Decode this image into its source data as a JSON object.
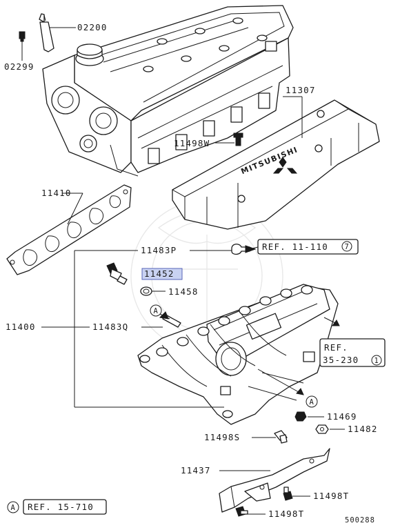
{
  "parts": {
    "p02200": "02200",
    "p02299": "02299",
    "p11307": "11307",
    "p11498w": "11498W",
    "p11410": "11410",
    "p11483p": "11483P",
    "p11452": "11452",
    "p11458": "11458",
    "p11400": "11400",
    "p11483q": "11483Q",
    "p11469": "11469",
    "p11482": "11482",
    "p11498s": "11498S",
    "p11437": "11437",
    "p11498t_a": "11498T",
    "p11498t_b": "11498T"
  },
  "refs": {
    "ref1_text": "REF. 11-110",
    "ref1_num": "7",
    "ref2_line1": "REF.",
    "ref2_line2": "35-230",
    "ref2_num": "1",
    "ref3_text": "REF. 15-710",
    "ref3_marker": "A"
  },
  "markers": {
    "a_top": "A",
    "a_bottom": "A"
  },
  "cover_brand": "MITSUBISHI",
  "diagram_id": "500288",
  "colors": {
    "highlight_fill": "#c9d2f2",
    "highlight_border": "#5865b8",
    "line": "#1a1a1a"
  }
}
